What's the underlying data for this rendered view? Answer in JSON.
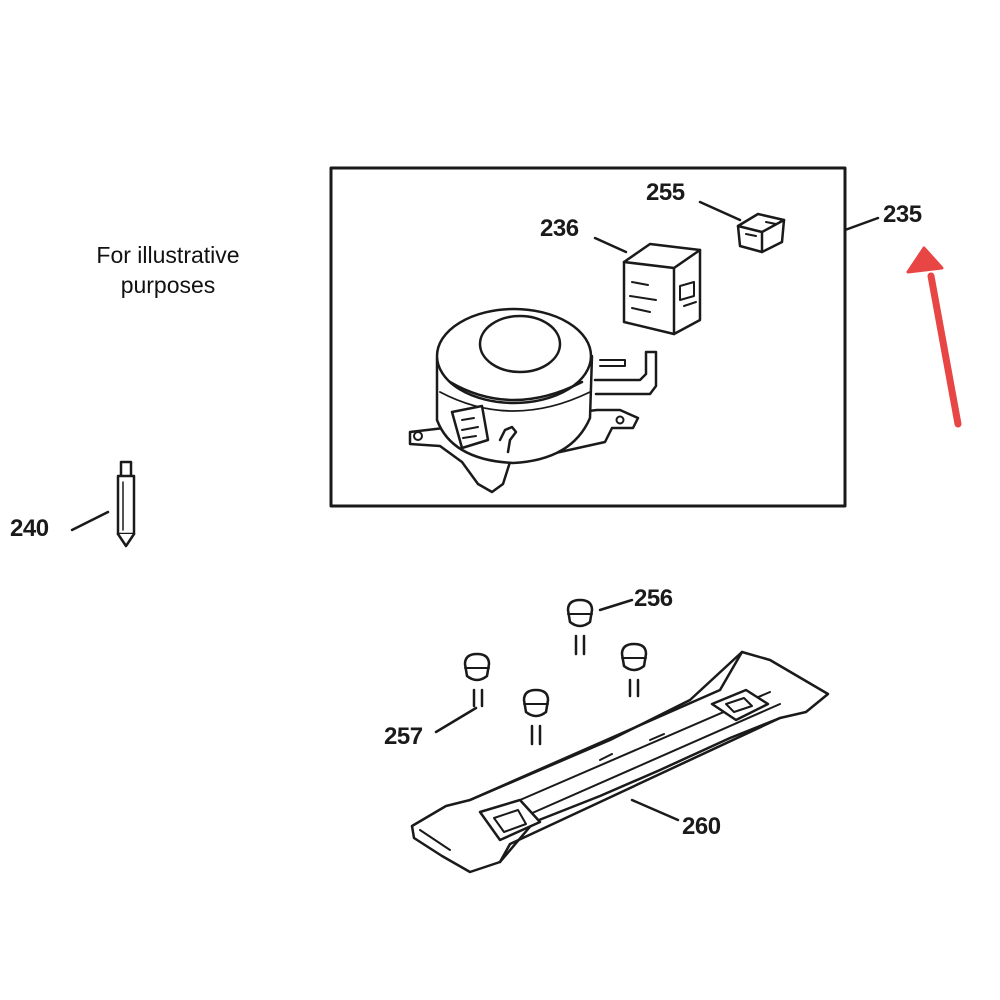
{
  "note": {
    "line1": "For illustrative",
    "line2": "purposes"
  },
  "callouts": {
    "compressor_assembly": "235",
    "relay": "236",
    "overload": "255",
    "grommet": "256",
    "sleeve": "257",
    "base_plate": "260",
    "drier": "240"
  },
  "colors": {
    "line": "#1a1a1a",
    "arrow": "#e84545",
    "background": "#ffffff"
  },
  "icons": {
    "pointer": "red-arrow-icon"
  }
}
